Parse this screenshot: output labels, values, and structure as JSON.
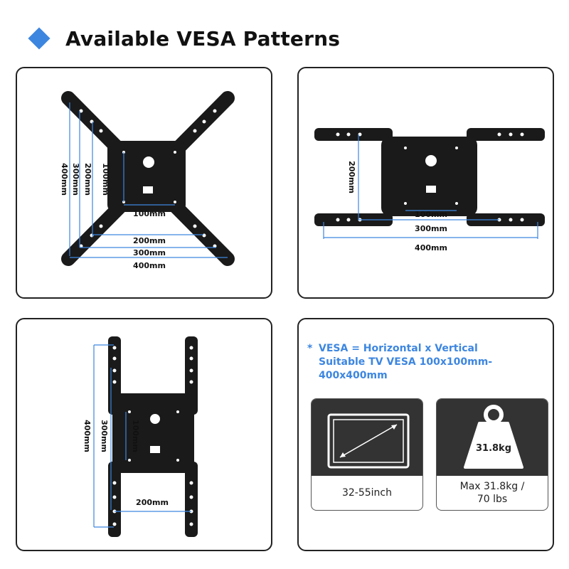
{
  "header": {
    "title": "Available VESA Patterns"
  },
  "panel_tilt": {
    "vertical_labels": [
      "400mm",
      "300mm",
      "200mm",
      "100mm"
    ],
    "horizontal_labels": [
      "100mm",
      "200mm",
      "300mm",
      "400mm"
    ]
  },
  "panel_wide": {
    "vertical_labels": [
      "200mm"
    ],
    "horizontal_labels": [
      "100mm",
      "300mm",
      "400mm"
    ]
  },
  "panel_tall": {
    "vertical_labels": [
      "400mm",
      "300mm",
      "100mm"
    ],
    "horizontal_labels": [
      "200mm"
    ]
  },
  "info": {
    "star": "*",
    "line1": "VESA = Horizontal x Vertical",
    "line2": "Suitable TV VESA 100x100mm-400x400mm",
    "screen_card": {
      "label": "32-55inch",
      "icon": "tv-screen-icon"
    },
    "weight_card": {
      "weight_text": "31.8kg",
      "label_line1": "Max 31.8kg /",
      "label_line2": "70 lbs",
      "icon": "weight-icon"
    }
  },
  "colors": {
    "accent": "#3d86e0",
    "bracket": "#1a1a1a",
    "card_dark": "#333333"
  }
}
